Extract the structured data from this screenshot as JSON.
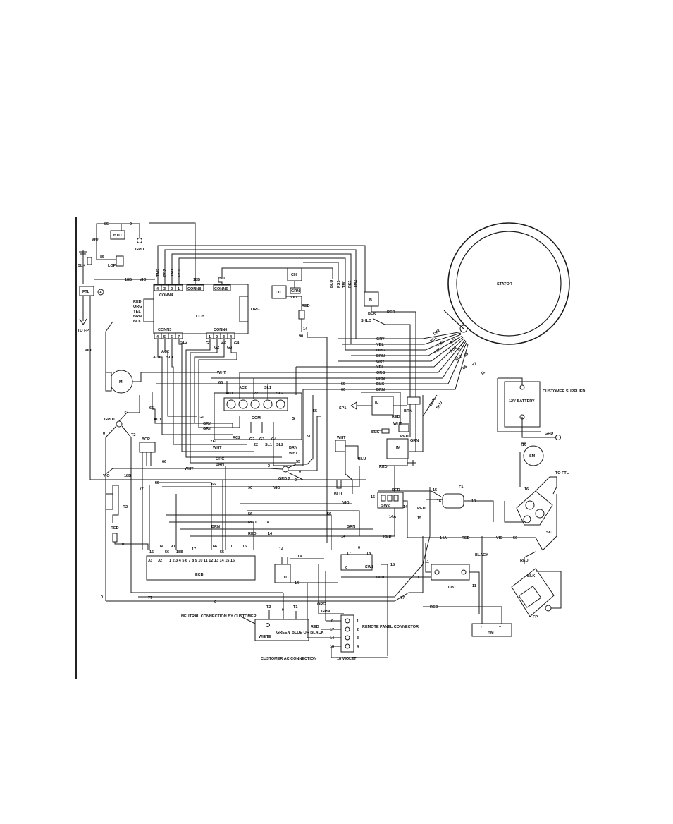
{
  "labels": {
    "stator": "STATOR",
    "hto": "HTO",
    "grd": "GRD",
    "lop": "LOP",
    "ftl": "FTL",
    "blk": "BLK",
    "to_fp": "TO FP",
    "vio": "VIO",
    "w85": "85",
    "w0": "0",
    "w18b": "18B",
    "a_mark": "A",
    "conn4": "CONN4",
    "conn8": "CONN8",
    "conn5": "CONN5",
    "conn3": "CONN3",
    "conn6": "CONN6",
    "ccb": "CCB",
    "ch": "CH",
    "cc": "CC",
    "grn": "GRN",
    "red": "RED",
    "b": "B",
    "shld": "SHLD",
    "m": "M",
    "grd1": "GRD1",
    "bcr": "BCR",
    "r2": "R2",
    "ecb": "ECB",
    "t1": "T1",
    "t2": "T2",
    "ac1": "AC1",
    "ac2": "AC2",
    "sl1": "SL1",
    "sl2": "SL2",
    "g1": "G1",
    "g2": "G2",
    "g3": "G3",
    "g4": "G4",
    "com": "COM",
    "g": "G",
    "gry": "GRY",
    "yel": "YEL",
    "wht": "WHT",
    "org": "ORG",
    "brn": "BRN",
    "blu": "BLU",
    "w22": "22",
    "w66": "66",
    "w55": "55",
    "w90": "90",
    "w14": "14",
    "w14a": "14A",
    "w16": "16",
    "w15": "15",
    "w17": "17",
    "w13": "13",
    "w11": "11",
    "w77": "77",
    "w56": "56",
    "w18": "18",
    "grd2": "GRD 2",
    "sp1": "SP1",
    "ic": "IC",
    "im": "IM",
    "sw1": "SW1",
    "sw2": "SW2",
    "tc": "TC",
    "f1": "F1",
    "cb1": "CB1",
    "sm": "SM",
    "sc": "SC",
    "to_ftl": "TO FTL",
    "fp": "FP",
    "hm": "HM",
    "black": "BLACK",
    "battery": "12V BATTERY",
    "customer_supplied": "CUSTOMER SUPPLIED",
    "neutral_connection": "NEUTRAL CONNECTION BY CUSTOMER",
    "white": "WHITE",
    "green": "GREEN",
    "blue_or_black": "BLUE OR BLACK",
    "customer_ac": "CUSTOMER AC CONNECTION",
    "remote_panel": "REMOTE PANEL CONNECTOR",
    "violet18": "18 VIOLET",
    "tm2": "TM2",
    "tm1": "TM1",
    "ps1": "PS1",
    "ps2": "PS2",
    "j3": "J3",
    "j2": "J2",
    "ecb_pins": "1 2 3 4 5 6 7 8 9 10 11 12 13 14 15 16",
    "plus": "+",
    "minus": "-",
    "w5": "5",
    "w4": "4",
    "w3": "3",
    "w2": "2",
    "w1": "1",
    "w6": "6",
    "w7": "7"
  }
}
